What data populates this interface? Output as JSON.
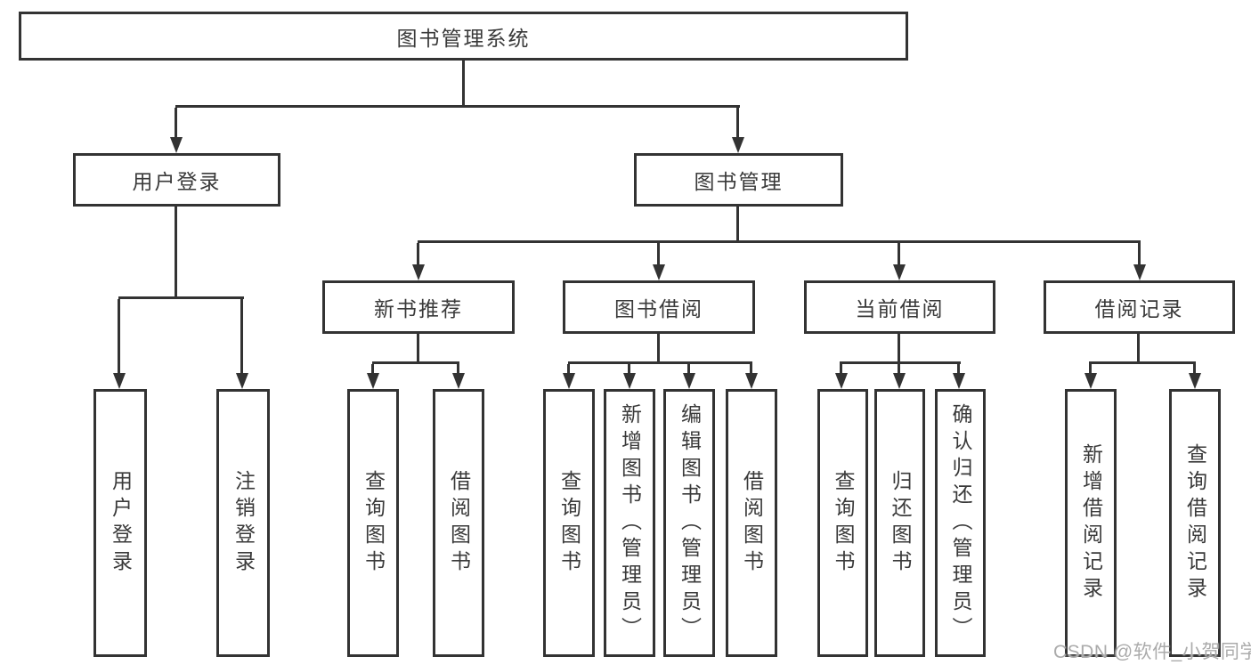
{
  "colors": {
    "line": "#333333",
    "box_border": "#333333",
    "text": "#3a3a3a",
    "background": "#ffffff",
    "watermark": "#ababab"
  },
  "tree": {
    "root": {
      "label": "图书管理系统"
    },
    "children": [
      {
        "label": "用户登录",
        "children": [
          {
            "label": "用户登录"
          },
          {
            "label": "注销登录"
          }
        ]
      },
      {
        "label": "图书管理",
        "children": [
          {
            "label": "新书推荐",
            "children": [
              {
                "label": "查询图书"
              },
              {
                "label": "借阅图书"
              }
            ]
          },
          {
            "label": "图书借阅",
            "children": [
              {
                "label": "查询图书"
              },
              {
                "label": "新增图书（管理员）"
              },
              {
                "label": "编辑图书（管理员）"
              },
              {
                "label": "借阅图书"
              }
            ]
          },
          {
            "label": "当前借阅",
            "children": [
              {
                "label": "查询图书"
              },
              {
                "label": "归还图书"
              },
              {
                "label": "确认归还（管理员）"
              }
            ]
          },
          {
            "label": "借阅记录",
            "children": [
              {
                "label": "新增借阅记录"
              },
              {
                "label": "查询借阅记录"
              }
            ]
          }
        ]
      }
    ]
  },
  "watermark": {
    "text": "CSDN @软件_小贺同学"
  }
}
